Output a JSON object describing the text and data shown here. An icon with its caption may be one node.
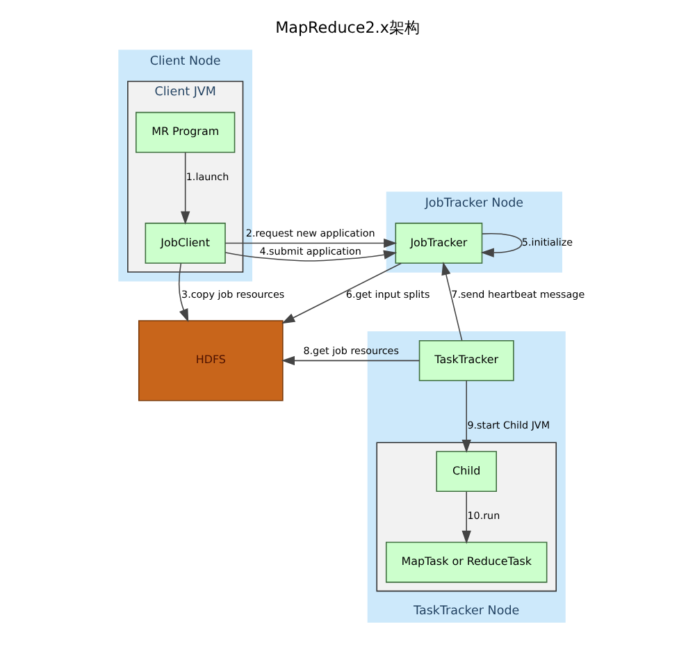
{
  "diagram": {
    "title": "MapReduce2.x架构",
    "nodes": [
      {
        "text": [
          "Client Node"
        ]
      },
      {
        "text": [
          "Client JVM"
        ],
        "in": 0
      },
      {
        "text": [
          "MR Program"
        ],
        "in": 1
      },
      {
        "text": [
          "JobClient"
        ],
        "in": 1
      },
      {
        "text": [
          "JobTracker Node"
        ]
      },
      {
        "text": [
          "JobTracker"
        ],
        "in": 4
      },
      {
        "text": [
          "TaskTracker Node"
        ]
      },
      {
        "text": [
          "TaskTracker"
        ],
        "in": 6
      },
      {
        "text": [],
        "shape": "box",
        "in": 6
      },
      {
        "text": [
          "Child"
        ],
        "in": 8
      },
      {
        "text": [
          "MapTask or ReduceTask"
        ],
        "in": 8
      },
      {
        "text": [
          "HDFS"
        ]
      }
    ],
    "edges": [
      {
        "from": 2,
        "to": 3,
        "arrow": "to",
        "label": "1.launch"
      },
      {
        "from": 3,
        "to": 5,
        "arrow": "to",
        "label": "2.request new application"
      },
      {
        "from": 3,
        "to": 11,
        "arrow": "to",
        "label": "3.copy job resources"
      },
      {
        "from": 3,
        "to": 5,
        "arrow": "to",
        "label": "4.submit application"
      },
      {
        "from": 5,
        "to": 5,
        "arrow": "to",
        "label": "5.initialize"
      },
      {
        "from": 5,
        "to": 11,
        "arrow": "to",
        "label": "6.get input splits"
      },
      {
        "from": 7,
        "to": 5,
        "arrow": "to",
        "label": "7.send heartbeat message"
      },
      {
        "from": 7,
        "to": 11,
        "arrow": "to",
        "label": "8.get job resources"
      },
      {
        "from": 7,
        "to": 9,
        "arrow": "to",
        "label": "9.start Child JVM"
      },
      {
        "from": 9,
        "to": 10,
        "arrow": "to",
        "label": "10.run"
      }
    ]
  }
}
